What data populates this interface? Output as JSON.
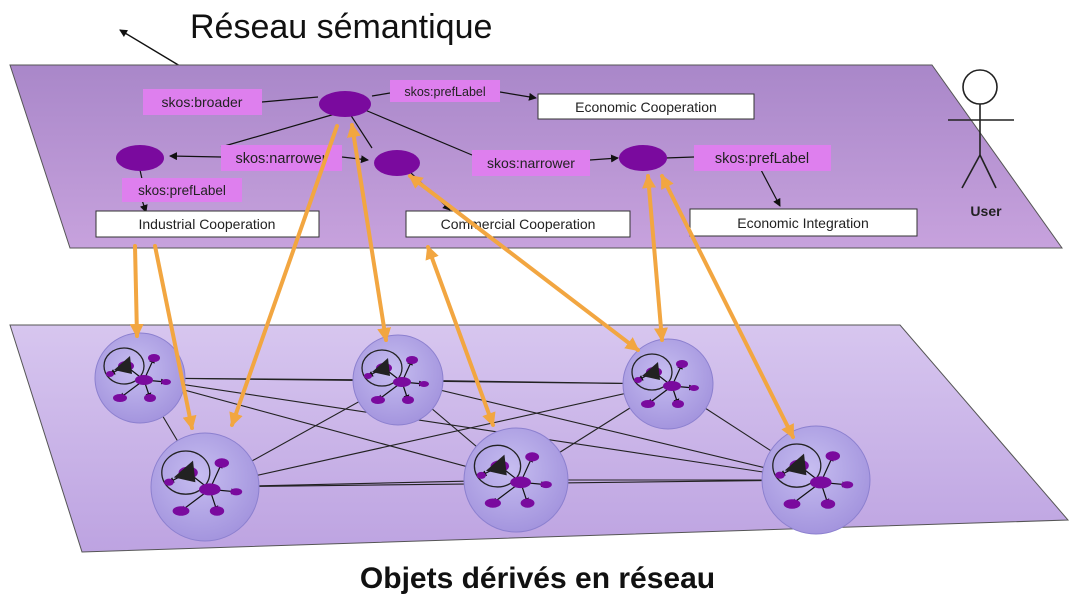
{
  "titles": {
    "top": "Réseau sémantique",
    "bottom": "Objets dérivés en réseau"
  },
  "relations": {
    "broader": "skos:broader",
    "pref_label_top": "skos:prefLabel",
    "narrower_left": "skos:narrower",
    "narrower_right": "skos:narrower",
    "pref_label_left": "skos:prefLabel",
    "pref_label_right": "skos:prefLabel"
  },
  "concepts": {
    "economic_cooperation": "Economic Cooperation",
    "industrial_cooperation": "Industrial Cooperation",
    "commercial_cooperation": "Commercial Cooperation",
    "economic_integration": "Economic Integration"
  },
  "actor": {
    "user": "User"
  },
  "colors": {
    "semantic_plane": "#b98ad1",
    "object_plane": "#c9b2e8",
    "node": "#7a0a9e",
    "relation_label_bg": "#de7fee",
    "mapping_arrow": "#f2a641",
    "cluster_fill": "#a89ae0"
  }
}
